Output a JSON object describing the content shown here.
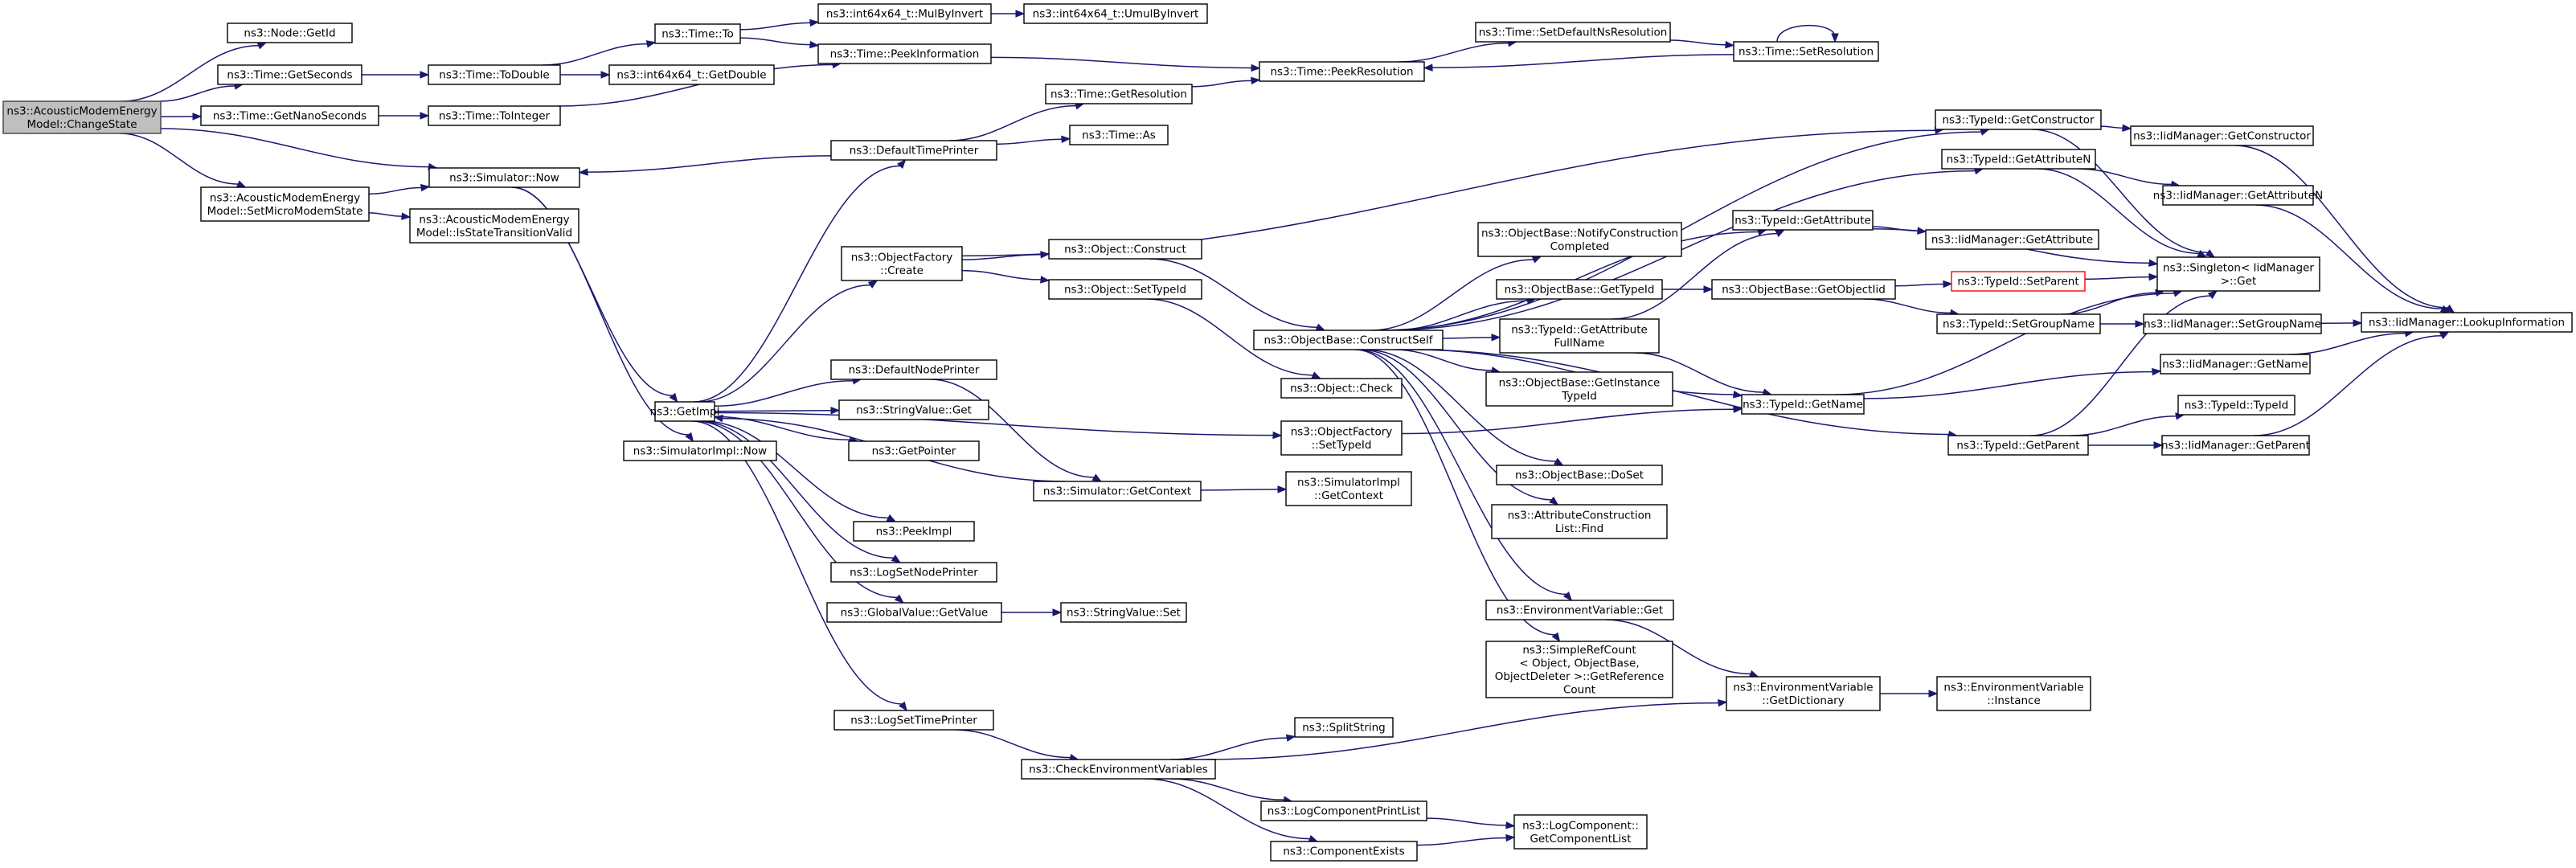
{
  "title": "",
  "colors": {
    "edge": "#191970",
    "node_border": "#000000",
    "root_fill": "#bfbfbf",
    "highlight_border": "#ff0000",
    "background": "#ffffff"
  },
  "nodes": [
    {
      "id": "root",
      "lines": [
        "ns3::AcousticModemEnergy",
        "Model::ChangeState"
      ],
      "style": "root"
    },
    {
      "id": "getid",
      "lines": [
        "ns3::Node::GetId"
      ]
    },
    {
      "id": "getseconds",
      "lines": [
        "ns3::Time::GetSeconds"
      ]
    },
    {
      "id": "getnanoseconds",
      "lines": [
        "ns3::Time::GetNanoSeconds"
      ]
    },
    {
      "id": "setmicro",
      "lines": [
        "ns3::AcousticModemEnergy",
        "Model::SetMicroModemState"
      ]
    },
    {
      "id": "istransition",
      "lines": [
        "ns3::AcousticModemEnergy",
        "Model::IsStateTransitionValid"
      ]
    },
    {
      "id": "simnow",
      "lines": [
        "ns3::Simulator::Now"
      ]
    },
    {
      "id": "simimplnow",
      "lines": [
        "ns3::SimulatorImpl::Now"
      ]
    },
    {
      "id": "getimpl",
      "lines": [
        "ns3::GetImpl"
      ]
    },
    {
      "id": "todouble",
      "lines": [
        "ns3::Time::ToDouble"
      ]
    },
    {
      "id": "tointeger",
      "lines": [
        "ns3::Time::ToInteger"
      ]
    },
    {
      "id": "timeto",
      "lines": [
        "ns3::Time::To"
      ]
    },
    {
      "id": "int64getdouble",
      "lines": [
        "ns3::int64x64_t::GetDouble"
      ]
    },
    {
      "id": "mulbyinvert",
      "lines": [
        "ns3::int64x64_t::MulByInvert"
      ]
    },
    {
      "id": "umulbyinvert",
      "lines": [
        "ns3::int64x64_t::UmulByInvert"
      ]
    },
    {
      "id": "peekinfo",
      "lines": [
        "ns3::Time::PeekInformation"
      ]
    },
    {
      "id": "peekres",
      "lines": [
        "ns3::Time::PeekResolution"
      ]
    },
    {
      "id": "setdefaultns",
      "lines": [
        "ns3::Time::SetDefaultNsResolution"
      ]
    },
    {
      "id": "setres",
      "lines": [
        "ns3::Time::SetResolution"
      ]
    },
    {
      "id": "getres",
      "lines": [
        "ns3::Time::GetResolution"
      ]
    },
    {
      "id": "timeas",
      "lines": [
        "ns3::Time::As"
      ]
    },
    {
      "id": "defaulttimeprinter",
      "lines": [
        "ns3::DefaultTimePrinter"
      ]
    },
    {
      "id": "objfactorycreate",
      "lines": [
        "ns3::ObjectFactory",
        "::Create"
      ]
    },
    {
      "id": "objconstruct",
      "lines": [
        "ns3::Object::Construct"
      ]
    },
    {
      "id": "objsettypeid",
      "lines": [
        "ns3::Object::SetTypeId"
      ]
    },
    {
      "id": "defaultnodeprinter",
      "lines": [
        "ns3::DefaultNodePrinter"
      ]
    },
    {
      "id": "stringvalueget",
      "lines": [
        "ns3::StringValue::Get"
      ]
    },
    {
      "id": "getpointer",
      "lines": [
        "ns3::GetPointer"
      ]
    },
    {
      "id": "simgetcontext",
      "lines": [
        "ns3::Simulator::GetContext"
      ]
    },
    {
      "id": "simimplgetcontext",
      "lines": [
        "ns3::SimulatorImpl",
        "::GetContext"
      ]
    },
    {
      "id": "peekimpl",
      "lines": [
        "ns3::PeekImpl"
      ]
    },
    {
      "id": "logsetnodeprinter",
      "lines": [
        "ns3::LogSetNodePrinter"
      ]
    },
    {
      "id": "globalvalueget",
      "lines": [
        "ns3::GlobalValue::GetValue"
      ]
    },
    {
      "id": "stringvalueset",
      "lines": [
        "ns3::StringValue::Set"
      ]
    },
    {
      "id": "logsettimeprinter",
      "lines": [
        "ns3::LogSetTimePrinter"
      ]
    },
    {
      "id": "checkenv",
      "lines": [
        "ns3::CheckEnvironmentVariables"
      ]
    },
    {
      "id": "splitstring",
      "lines": [
        "ns3::SplitString"
      ]
    },
    {
      "id": "logcompprintlist",
      "lines": [
        "ns3::LogComponentPrintList"
      ]
    },
    {
      "id": "componentexists",
      "lines": [
        "ns3::ComponentExists"
      ]
    },
    {
      "id": "logcompgetlist",
      "lines": [
        "ns3::LogComponent::",
        "GetComponentList"
      ]
    },
    {
      "id": "objcheck",
      "lines": [
        "ns3::Object::Check"
      ]
    },
    {
      "id": "objfactorysettypeid",
      "lines": [
        "ns3::ObjectFactory",
        "::SetTypeId"
      ]
    },
    {
      "id": "constructself",
      "lines": [
        "ns3::ObjectBase::ConstructSelf"
      ]
    },
    {
      "id": "notifyconstruction",
      "lines": [
        "ns3::ObjectBase::NotifyConstruction",
        "Completed"
      ]
    },
    {
      "id": "objbasegettypeid",
      "lines": [
        "ns3::ObjectBase::GetTypeId"
      ]
    },
    {
      "id": "getattributefullname",
      "lines": [
        "ns3::TypeId::GetAttribute",
        "FullName"
      ]
    },
    {
      "id": "getinstancetypeid",
      "lines": [
        "ns3::ObjectBase::GetInstance",
        "TypeId"
      ]
    },
    {
      "id": "objbasedoset",
      "lines": [
        "ns3::ObjectBase::DoSet"
      ]
    },
    {
      "id": "attrconstructfind",
      "lines": [
        "ns3::AttributeConstruction",
        "List::Find"
      ]
    },
    {
      "id": "envvarget",
      "lines": [
        "ns3::EnvironmentVariable::Get"
      ]
    },
    {
      "id": "simplerefcount",
      "lines": [
        "ns3::SimpleRefCount",
        "< Object, ObjectBase,",
        "ObjectDeleter >::GetReference",
        "Count"
      ]
    },
    {
      "id": "envgetdict",
      "lines": [
        "ns3::EnvironmentVariable",
        "::GetDictionary"
      ]
    },
    {
      "id": "envinstance",
      "lines": [
        "ns3::EnvironmentVariable",
        "::Instance"
      ]
    },
    {
      "id": "typeidgetname",
      "lines": [
        "ns3::TypeId::GetName"
      ]
    },
    {
      "id": "typeidgetattribute",
      "lines": [
        "ns3::TypeId::GetAttribute"
      ]
    },
    {
      "id": "iidgetattribute",
      "lines": [
        "ns3::IidManager::GetAttribute"
      ]
    },
    {
      "id": "getobjectiid",
      "lines": [
        "ns3::ObjectBase::GetObjectIid"
      ]
    },
    {
      "id": "typeidsetparent",
      "lines": [
        "ns3::TypeId::SetParent"
      ],
      "style": "red"
    },
    {
      "id": "typeidsetgroupname",
      "lines": [
        "ns3::TypeId::SetGroupName"
      ]
    },
    {
      "id": "typeidgetparent",
      "lines": [
        "ns3::TypeId::GetParent"
      ]
    },
    {
      "id": "typeidgetconstructor",
      "lines": [
        "ns3::TypeId::GetConstructor"
      ]
    },
    {
      "id": "typeidgetattributen",
      "lines": [
        "ns3::TypeId::GetAttributeN"
      ]
    },
    {
      "id": "iidgetconstructor",
      "lines": [
        "ns3::IidManager::GetConstructor"
      ]
    },
    {
      "id": "iidgetattributen",
      "lines": [
        "ns3::IidManager::GetAttributeN"
      ]
    },
    {
      "id": "singletonget",
      "lines": [
        "ns3::Singleton< IidManager",
        " >::Get"
      ]
    },
    {
      "id": "iidsetgroupname",
      "lines": [
        "ns3::IidManager::SetGroupName"
      ]
    },
    {
      "id": "iidlookup",
      "lines": [
        "ns3::IidManager::LookupInformation"
      ]
    },
    {
      "id": "iidgetname",
      "lines": [
        "ns3::IidManager::GetName"
      ]
    },
    {
      "id": "typeidtypeid",
      "lines": [
        "ns3::TypeId::TypeId"
      ]
    },
    {
      "id": "iidgetparent",
      "lines": [
        "ns3::IidManager::GetParent"
      ]
    }
  ],
  "edges": [
    [
      "root",
      "getid"
    ],
    [
      "root",
      "getseconds"
    ],
    [
      "root",
      "getnanoseconds"
    ],
    [
      "root",
      "simnow"
    ],
    [
      "root",
      "setmicro"
    ],
    [
      "getseconds",
      "todouble"
    ],
    [
      "getnanoseconds",
      "tointeger"
    ],
    [
      "todouble",
      "timeto"
    ],
    [
      "todouble",
      "int64getdouble"
    ],
    [
      "tointeger",
      "peekinfo"
    ],
    [
      "timeto",
      "mulbyinvert"
    ],
    [
      "timeto",
      "peekinfo"
    ],
    [
      "mulbyinvert",
      "umulbyinvert"
    ],
    [
      "peekinfo",
      "peekres"
    ],
    [
      "peekres",
      "setdefaultns"
    ],
    [
      "setdefaultns",
      "setres"
    ],
    [
      "setres",
      "peekres"
    ],
    [
      "setres",
      "setres"
    ],
    [
      "setmicro",
      "simnow"
    ],
    [
      "setmicro",
      "istransition"
    ],
    [
      "simnow",
      "getimpl"
    ],
    [
      "simnow",
      "simimplnow"
    ],
    [
      "getimpl",
      "defaulttimeprinter"
    ],
    [
      "getimpl",
      "objfactorycreate"
    ],
    [
      "getimpl",
      "objfactorysettypeid"
    ],
    [
      "getimpl",
      "defaultnodeprinter"
    ],
    [
      "getimpl",
      "stringvalueget"
    ],
    [
      "getimpl",
      "getpointer"
    ],
    [
      "getimpl",
      "peekimpl"
    ],
    [
      "getimpl",
      "logsetnodeprinter"
    ],
    [
      "getimpl",
      "globalvalueget"
    ],
    [
      "getimpl",
      "logsettimeprinter"
    ],
    [
      "defaulttimeprinter",
      "simnow"
    ],
    [
      "defaulttimeprinter",
      "getres"
    ],
    [
      "defaulttimeprinter",
      "timeas"
    ],
    [
      "getres",
      "peekres"
    ],
    [
      "defaultnodeprinter",
      "simgetcontext"
    ],
    [
      "simgetcontext",
      "getimpl"
    ],
    [
      "simgetcontext",
      "simimplgetcontext"
    ],
    [
      "globalvalueget",
      "stringvalueset"
    ],
    [
      "logsettimeprinter",
      "checkenv"
    ],
    [
      "checkenv",
      "splitstring"
    ],
    [
      "checkenv",
      "logcompprintlist"
    ],
    [
      "checkenv",
      "componentexists"
    ],
    [
      "checkenv",
      "envgetdict"
    ],
    [
      "logcompprintlist",
      "logcompgetlist"
    ],
    [
      "componentexists",
      "logcompgetlist"
    ],
    [
      "objfactorycreate",
      "objconstruct"
    ],
    [
      "objfactorycreate",
      "objsettypeid"
    ],
    [
      "objfactorycreate",
      "typeidgetconstructor"
    ],
    [
      "objconstruct",
      "constructself"
    ],
    [
      "objsettypeid",
      "objcheck"
    ],
    [
      "objfactorysettypeid",
      "typeidgetname"
    ],
    [
      "constructself",
      "notifyconstruction"
    ],
    [
      "constructself",
      "objbasegettypeid"
    ],
    [
      "constructself",
      "getattributefullname"
    ],
    [
      "constructself",
      "getinstancetypeid"
    ],
    [
      "constructself",
      "objbasedoset"
    ],
    [
      "constructself",
      "attrconstructfind"
    ],
    [
      "constructself",
      "envvarget"
    ],
    [
      "constructself",
      "simplerefcount"
    ],
    [
      "constructself",
      "typeidgetname"
    ],
    [
      "constructself",
      "typeidgetattribute"
    ],
    [
      "constructself",
      "typeidgetconstructor"
    ],
    [
      "constructself",
      "typeidgetattributen"
    ],
    [
      "constructself",
      "typeidgetparent"
    ],
    [
      "envvarget",
      "envgetdict"
    ],
    [
      "envgetdict",
      "envinstance"
    ],
    [
      "objbasegettypeid",
      "getobjectiid"
    ],
    [
      "getobjectiid",
      "typeidsetparent"
    ],
    [
      "getobjectiid",
      "typeidsetgroupname"
    ],
    [
      "getattributefullname",
      "typeidgetattribute"
    ],
    [
      "getattributefullname",
      "typeidgetname"
    ],
    [
      "typeidgetattribute",
      "iidgetattribute"
    ],
    [
      "typeidgetattribute",
      "singletonget"
    ],
    [
      "typeidsetparent",
      "singletonget"
    ],
    [
      "typeidsetgroupname",
      "singletonget"
    ],
    [
      "typeidsetgroupname",
      "iidsetgroupname"
    ],
    [
      "typeidgetname",
      "singletonget"
    ],
    [
      "typeidgetname",
      "iidgetname"
    ],
    [
      "typeidgetparent",
      "singletonget"
    ],
    [
      "typeidgetparent",
      "typeidtypeid"
    ],
    [
      "typeidgetparent",
      "iidgetparent"
    ],
    [
      "typeidgetconstructor",
      "iidgetconstructor"
    ],
    [
      "typeidgetconstructor",
      "singletonget"
    ],
    [
      "typeidgetattributen",
      "iidgetattributen"
    ],
    [
      "typeidgetattributen",
      "singletonget"
    ],
    [
      "iidgetconstructor",
      "iidlookup"
    ],
    [
      "iidgetattributen",
      "iidlookup"
    ],
    [
      "iidsetgroupname",
      "iidlookup"
    ],
    [
      "iidgetname",
      "iidlookup"
    ],
    [
      "iidgetparent",
      "iidlookup"
    ]
  ]
}
